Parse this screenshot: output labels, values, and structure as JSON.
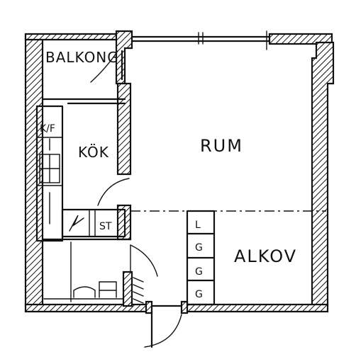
{
  "rooms": {
    "balkong": "BALKONG",
    "kok": "KÖK",
    "rum": "RUM",
    "alkov": "ALKOV"
  },
  "fixtures": {
    "fridge_freezer": "K/F",
    "stove": "ST",
    "wardrobe_top": "L",
    "wardrobe_g1": "G",
    "wardrobe_g2": "G",
    "wardrobe_g3": "G"
  }
}
